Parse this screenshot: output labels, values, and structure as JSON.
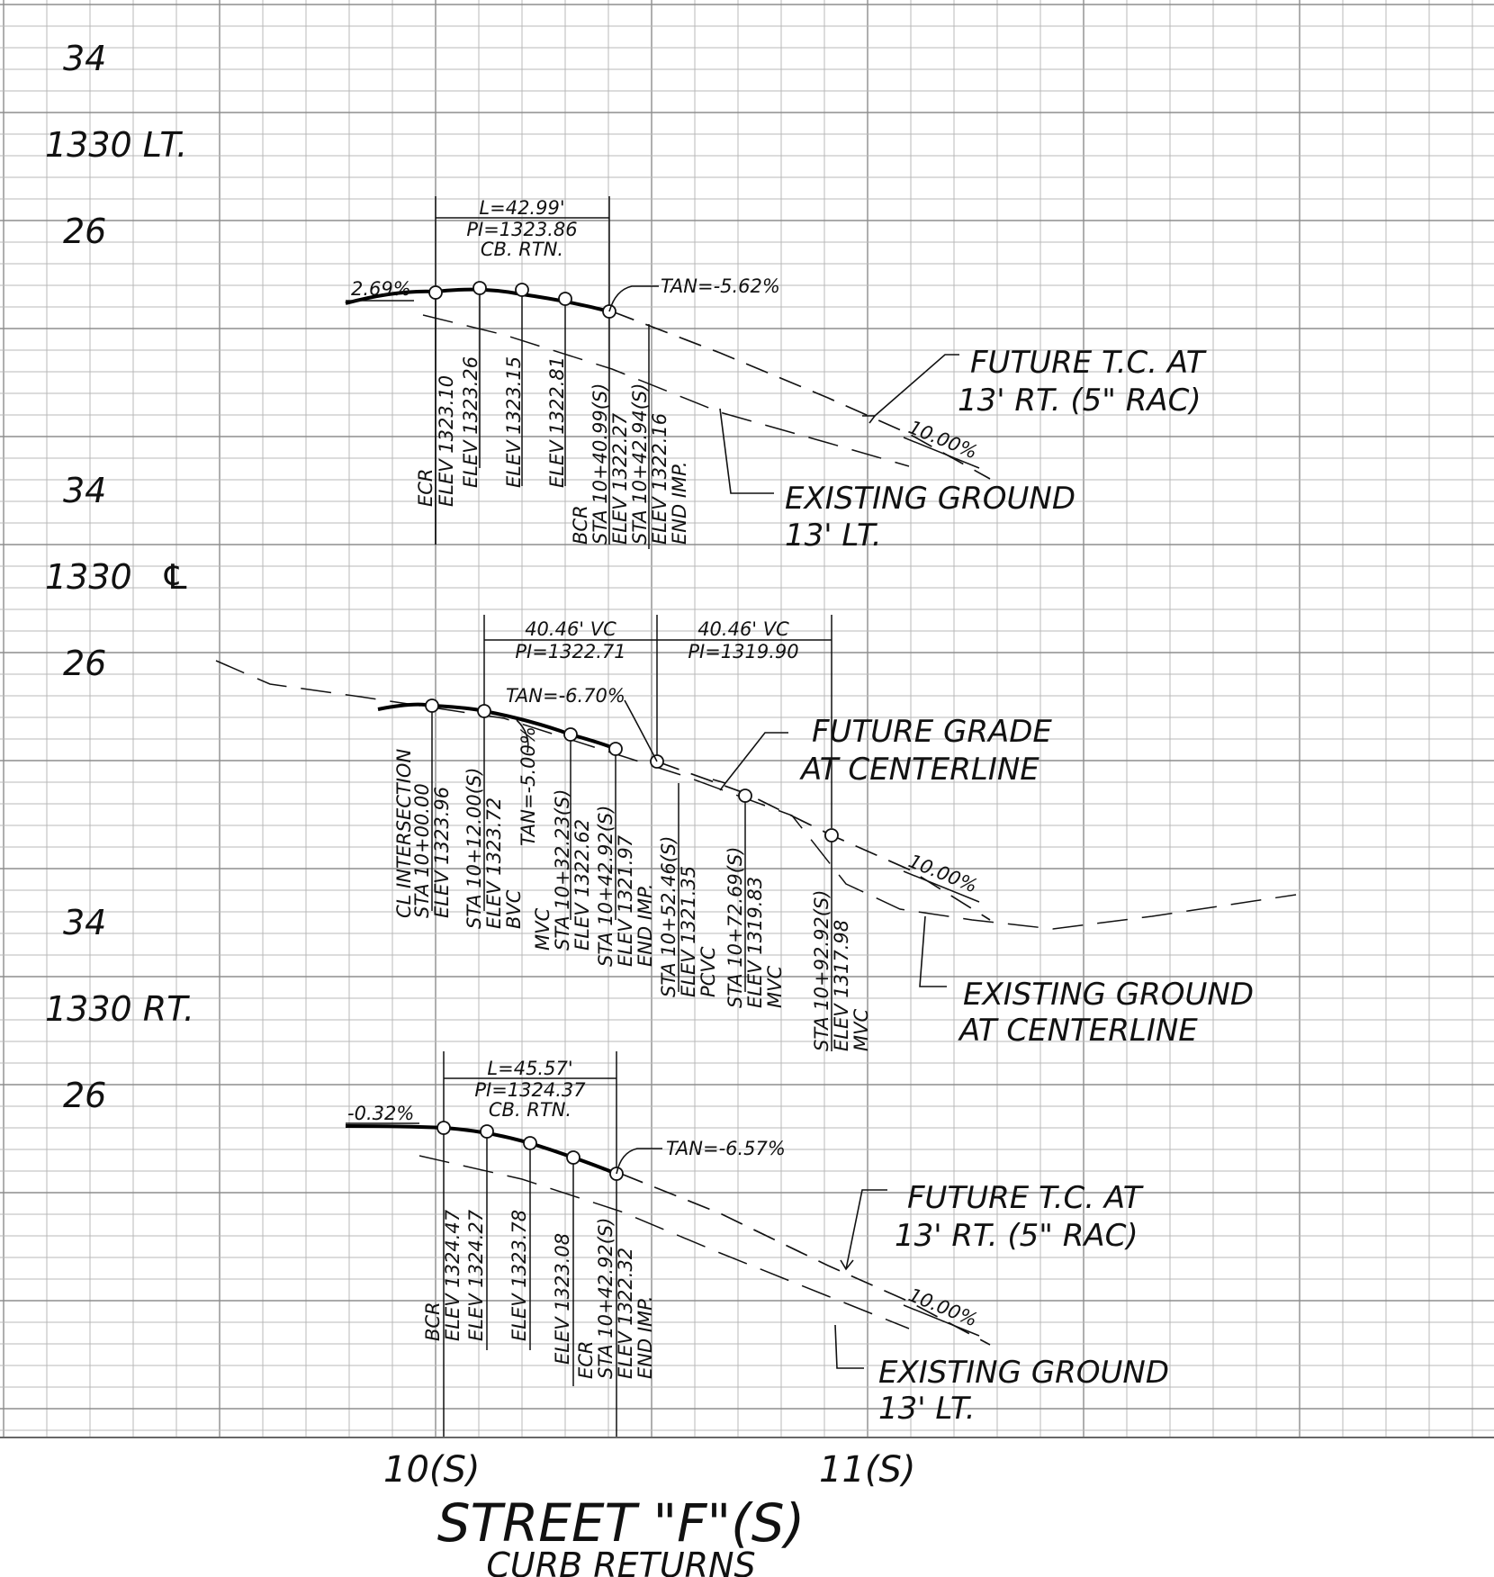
{
  "axis": {
    "lt": {
      "top": "34",
      "mid": "1330 LT.",
      "bot": "26"
    },
    "cl": {
      "top": "34",
      "mid": "1330",
      "mid_symbol": "℄",
      "bot": "26"
    },
    "rt": {
      "top": "34",
      "mid": "1330 RT.",
      "bot": "26"
    },
    "x_ticks": [
      "10(S)",
      "11(S)"
    ]
  },
  "title": "STREET \"F\"(S)",
  "subtitle": "CURB RETURNS",
  "lt": {
    "grade_left": "2.69%",
    "curve": [
      "L=42.99'",
      "PI=1323.86",
      "CB. RTN."
    ],
    "tan": "TAN=-5.62%",
    "grade_right": "10.00%",
    "future_label": [
      "FUTURE T.C. AT",
      "13' RT. (5\" RAC)"
    ],
    "existing_label": [
      "EXISTING GROUND",
      "13' LT."
    ],
    "annotations": [
      [
        "ELEV 1323.10",
        "ECR"
      ],
      [
        "ELEV 1323.26"
      ],
      [
        "ELEV 1323.15"
      ],
      [
        "ELEV 1322.81"
      ],
      [
        "STA 10+40.99(S)",
        "BCR"
      ],
      [
        "ELEV 1322.27",
        "STA 10+42.94(S)",
        "ELEV 1322.16",
        "END IMP."
      ]
    ]
  },
  "cl": {
    "vc1": [
      "40.46' VC",
      "PI=1322.71"
    ],
    "vc2": [
      "40.46' VC",
      "PI=1319.90"
    ],
    "tan1": "TAN=-6.70%",
    "tan2": "TAN=-5.00%",
    "grade_right": "10.00%",
    "future_label": [
      "FUTURE GRADE",
      "AT CENTERLINE"
    ],
    "existing_label": [
      "EXISTING GROUND",
      "AT CENTERLINE"
    ],
    "annotations": [
      [
        "STA 10+00.00",
        "ELEV 1323.96",
        "CL INTERSECTION"
      ],
      [
        "STA 10+12.00(S)",
        "ELEV 1323.72",
        "BVC"
      ],
      [
        "STA 10+32.23(S)",
        "ELEV 1322.62",
        "MVC"
      ],
      [
        "STA 10+42.92(S)",
        "ELEV 1321.97",
        "END IMP."
      ],
      [
        "STA 10+52.46(S)",
        "ELEV 1321.35",
        "PCVC"
      ],
      [
        "STA 10+72.69(S)",
        "ELEV 1319.83",
        "MVC"
      ],
      [
        "STA 10+92.92(S)",
        "ELEV 1317.98",
        "MVC"
      ]
    ]
  },
  "rt": {
    "grade_left": "-0.32%",
    "curve": [
      "L=45.57'",
      "PI=1324.37",
      "CB. RTN."
    ],
    "tan": "TAN=-6.57%",
    "grade_right": "10.00%",
    "future_label": [
      "FUTURE T.C. AT",
      "13' RT. (5\" RAC)"
    ],
    "existing_label": [
      "EXISTING GROUND",
      "13' LT."
    ],
    "annotations": [
      [
        "ELEV 1324.47",
        "BCR"
      ],
      [
        "ELEV 1324.27"
      ],
      [
        "ELEV 1323.78"
      ],
      [
        "ELEV 1323.08"
      ],
      [
        "ELEV 1322.32",
        "STA 10+42.92(S)",
        "ECR"
      ],
      [
        "END IMP."
      ]
    ]
  }
}
